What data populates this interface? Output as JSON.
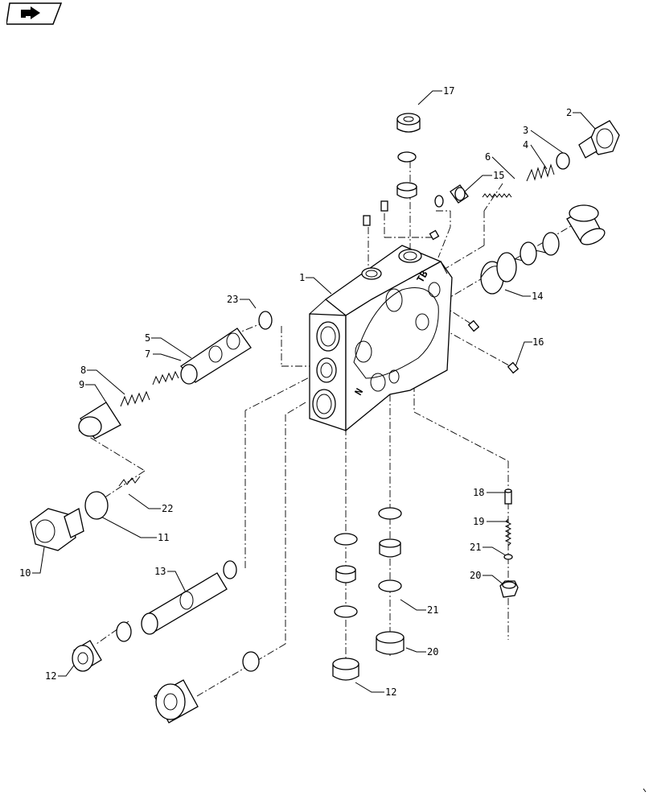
{
  "nav": {
    "icon": "forward-arrow-icon"
  },
  "callouts": [
    {
      "id": "c17",
      "text": "17"
    },
    {
      "id": "c2",
      "text": "2"
    },
    {
      "id": "c3",
      "text": "3"
    },
    {
      "id": "c4",
      "text": "4"
    },
    {
      "id": "c6",
      "text": "6"
    },
    {
      "id": "c15",
      "text": "15"
    },
    {
      "id": "c1",
      "text": "1"
    },
    {
      "id": "c14",
      "text": "14"
    },
    {
      "id": "c23",
      "text": "23"
    },
    {
      "id": "c5",
      "text": "5"
    },
    {
      "id": "c7",
      "text": "7"
    },
    {
      "id": "c16",
      "text": "16"
    },
    {
      "id": "c8",
      "text": "8"
    },
    {
      "id": "c9",
      "text": "9"
    },
    {
      "id": "c22",
      "text": "22"
    },
    {
      "id": "c11",
      "text": "11"
    },
    {
      "id": "c10",
      "text": "10"
    },
    {
      "id": "c18",
      "text": "18"
    },
    {
      "id": "c19",
      "text": "19"
    },
    {
      "id": "c21a",
      "text": "21"
    },
    {
      "id": "c20a",
      "text": "20"
    },
    {
      "id": "c13",
      "text": "13"
    },
    {
      "id": "c21b",
      "text": "21"
    },
    {
      "id": "c20b",
      "text": "20"
    },
    {
      "id": "c12a",
      "text": "12"
    },
    {
      "id": "c12b",
      "text": "12"
    }
  ],
  "body_markings": {
    "port_tb": "TB",
    "port_n": "N"
  }
}
